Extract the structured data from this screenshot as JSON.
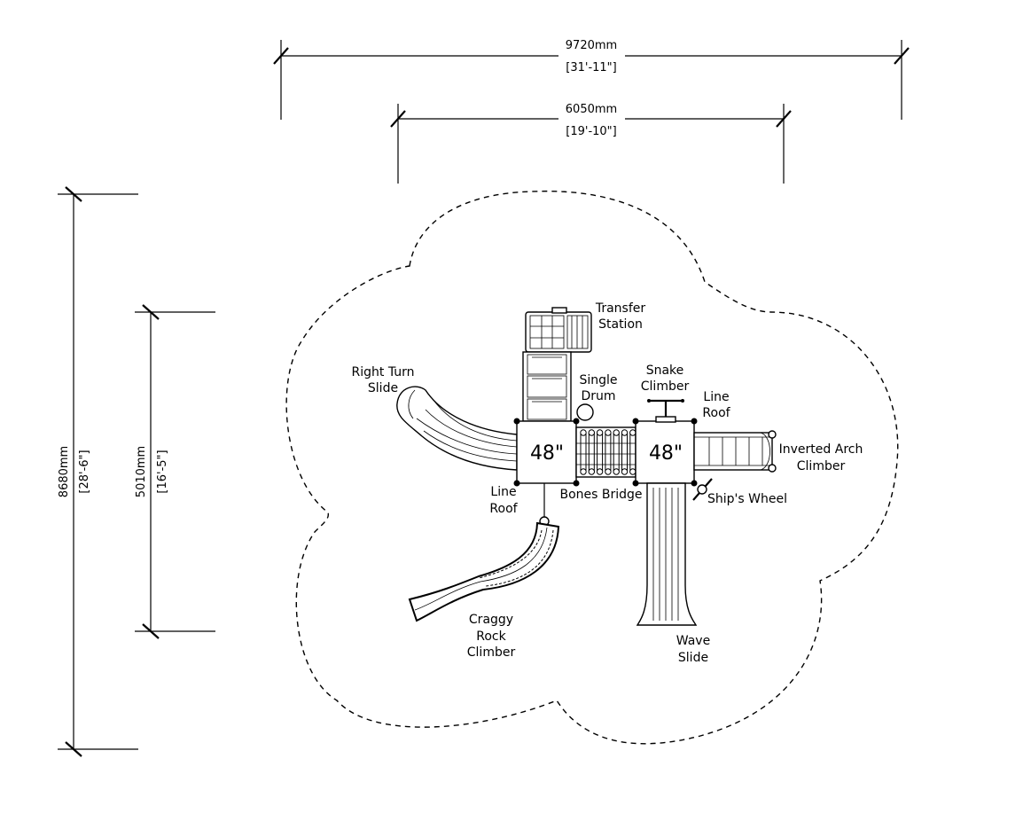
{
  "dimensions": {
    "overall_width_mm": "9720mm",
    "overall_width_ftin": "[31'-11\"]",
    "inner_width_mm": "6050mm",
    "inner_width_ftin": "[19'-10\"]",
    "overall_depth_mm": "8680mm",
    "overall_depth_ftin": "[28'-6\"]",
    "inner_depth_mm": "5010mm",
    "inner_depth_ftin": "[16'-5\"]"
  },
  "decks": {
    "left_height": "48\"",
    "right_height": "48\""
  },
  "labels": {
    "transfer_station": [
      "Transfer",
      "Station"
    ],
    "right_turn_slide": [
      "Right Turn",
      "Slide"
    ],
    "single_drum": [
      "Single",
      "Drum"
    ],
    "snake_climber": [
      "Snake",
      "Climber"
    ],
    "line_roof_right": [
      "Line",
      "Roof"
    ],
    "inverted_arch_climber": [
      "Inverted Arch",
      "Climber"
    ],
    "line_roof_left": [
      "Line",
      "Roof"
    ],
    "bones_bridge": "Bones Bridge",
    "ships_wheel": "Ship's Wheel",
    "craggy_rock_climber": [
      "Craggy",
      "Rock",
      "Climber"
    ],
    "wave_slide": [
      "Wave",
      "Slide"
    ]
  }
}
